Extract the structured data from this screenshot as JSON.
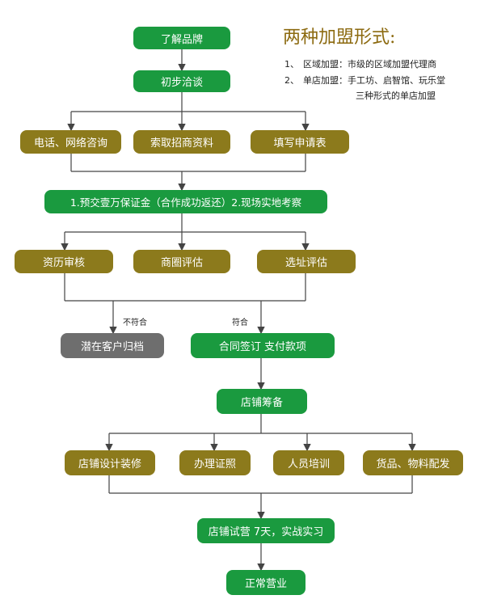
{
  "colors": {
    "green": "#1a9a3f",
    "olive": "#8c7a1c",
    "gray": "#6e6e6e",
    "title": "#8c6a10",
    "line": "#444444"
  },
  "info": {
    "title": "两种加盟形式:",
    "items": [
      {
        "num": "1、",
        "text": "区域加盟：市级的区域加盟代理商"
      },
      {
        "num": "2、",
        "text": "单店加盟：手工坊、启智馆、玩乐堂"
      }
    ],
    "continuation": "三种形式的单店加盟"
  },
  "nodes": {
    "understand_brand": "了解品牌",
    "initial_talk": "初步洽谈",
    "phone_consult": "电话、网络咨询",
    "request_materials": "索取招商资料",
    "fill_application": "填写申请表",
    "deposit_inspection": "1.预交壹万保证金（合作成功返还）2.现场实地考察",
    "qualification_review": "资历审核",
    "trade_area_eval": "商圈评估",
    "site_eval": "选址评估",
    "archive": "潜在客户归档",
    "contract": "合同签订  支付款项",
    "store_prep": "店铺筹备",
    "store_design": "店铺设计装修",
    "licenses": "办理证照",
    "staff_training": "人员培训",
    "goods_supply": "货品、物料配发",
    "trial_run": "店铺试营 7天，实战实习",
    "normal_operation": "正常营业"
  },
  "labels": {
    "not_qualified": "不符合",
    "qualified": "符合"
  }
}
